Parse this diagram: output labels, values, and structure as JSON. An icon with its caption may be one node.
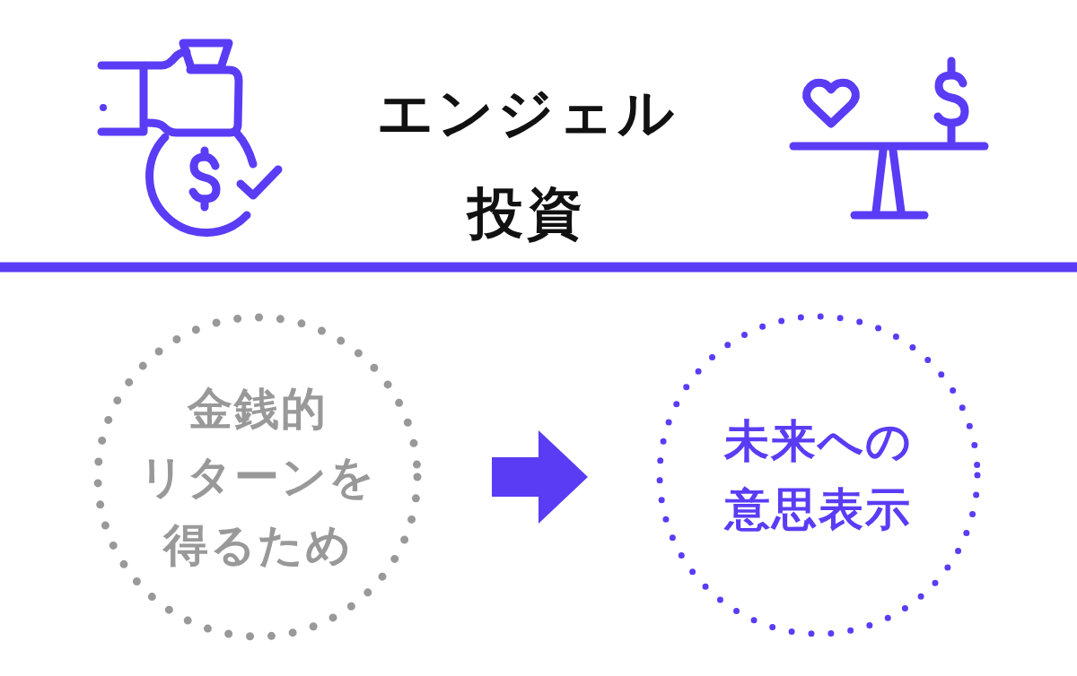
{
  "diagram": {
    "title": "エンジェル投資",
    "nodes": [
      {
        "text": [
          "金銭的リターンを得るため"
        ]
      },
      {
        "text": [
          "未来への意思表示"
        ]
      }
    ],
    "edges": [
      {
        "from": 0,
        "to": 1,
        "arrow": "to"
      }
    ]
  }
}
